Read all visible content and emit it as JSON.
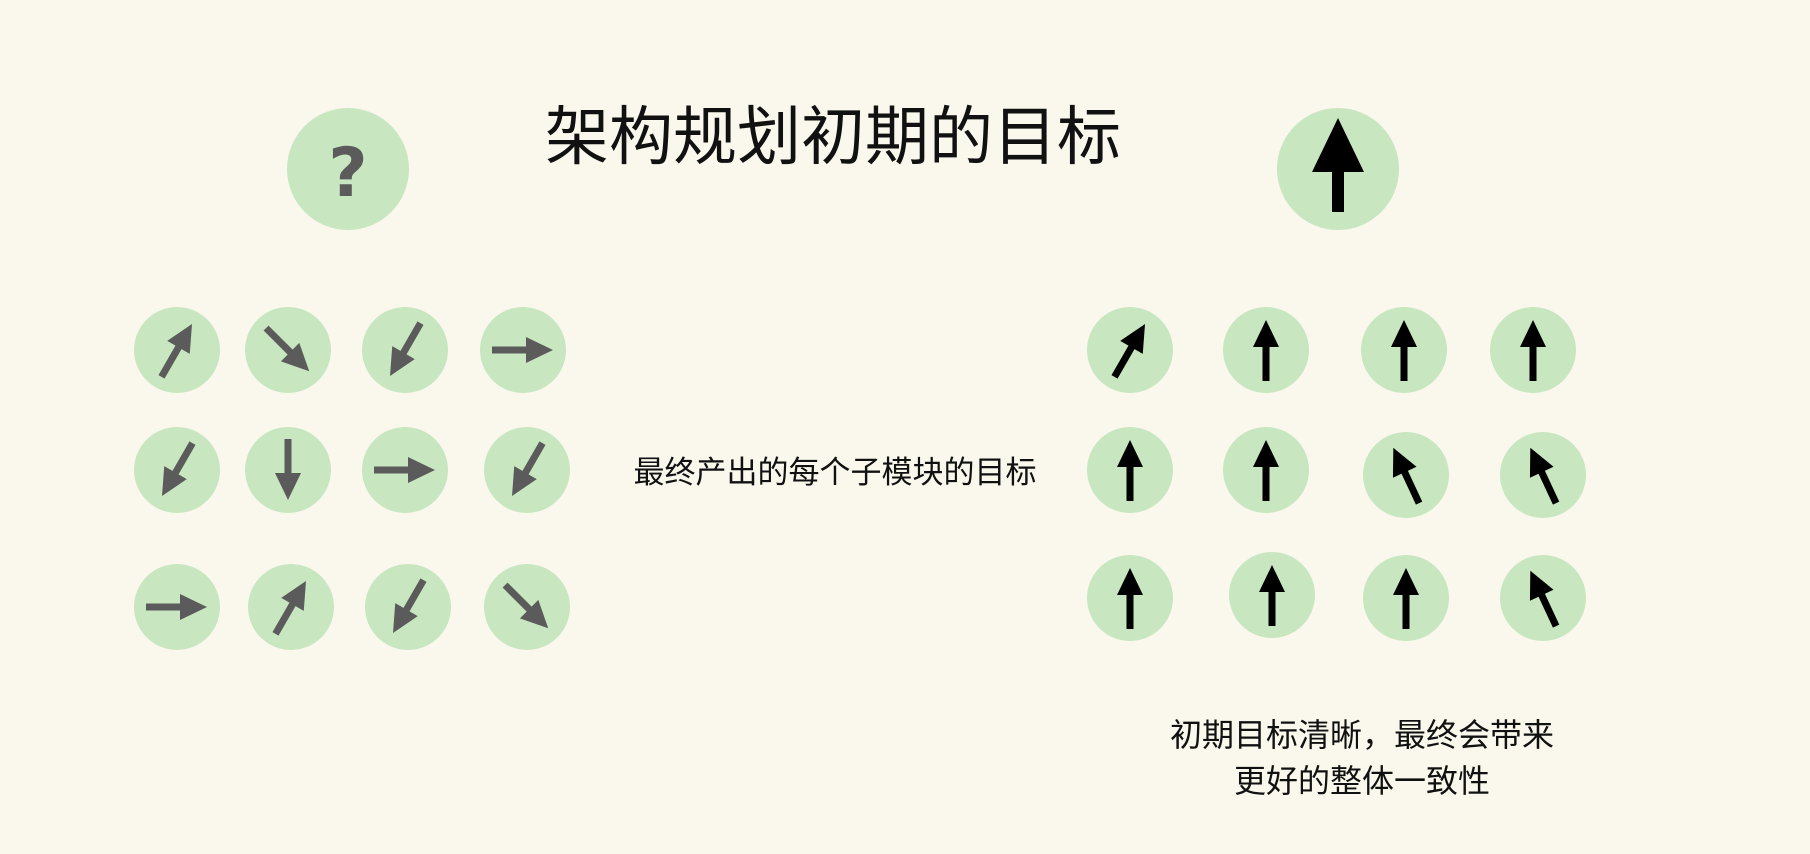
{
  "title": "架构规划初期的目标",
  "left_top_symbol": "?",
  "center_label": "最终产出的每个子模块的目标",
  "caption": {
    "line1": "初期目标清晰，最终会带来",
    "line2": "更好的整体一致性"
  },
  "colors": {
    "background": "#faf8ec",
    "circle": "#c8e6c0",
    "left_arrow": "#5b5b5b",
    "right_arrow": "#000000"
  },
  "left_grid_icons": [
    "arrow-up-right-icon",
    "arrow-down-right-icon",
    "arrow-down-left-icon",
    "arrow-right-icon",
    "arrow-down-left-icon",
    "arrow-down-icon",
    "arrow-right-icon",
    "arrow-down-left-icon",
    "arrow-right-icon",
    "arrow-up-right-icon",
    "arrow-down-left-icon",
    "arrow-down-right-icon"
  ],
  "right_grid_icons": [
    "arrow-up-right-icon",
    "arrow-up-icon",
    "arrow-up-icon",
    "arrow-up-icon",
    "arrow-up-icon",
    "arrow-up-icon",
    "arrow-up-left-icon",
    "arrow-up-left-icon",
    "arrow-up-icon",
    "arrow-up-icon",
    "arrow-up-icon",
    "arrow-up-left-icon"
  ]
}
